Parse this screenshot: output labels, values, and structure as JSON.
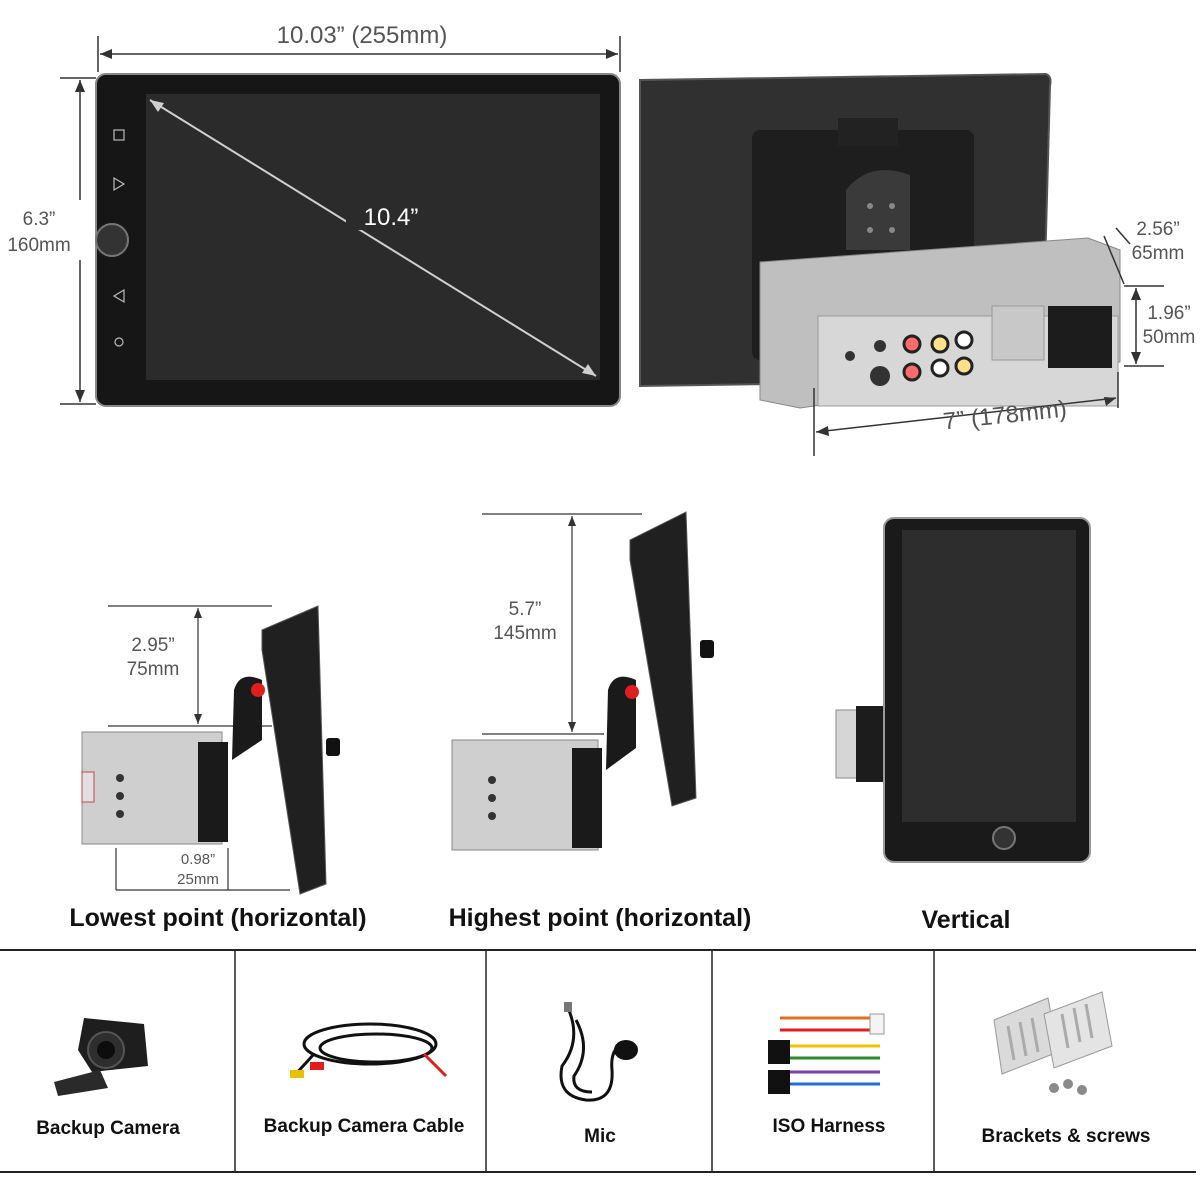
{
  "top": {
    "width_label": "10.03” (255mm)",
    "height_label_in": "6.3”",
    "height_label_mm": "160mm",
    "diagonal_label": "10.4”",
    "depth_label_in": "2.56”",
    "depth_label_mm": "65mm",
    "chassis_h_in": "1.96”",
    "chassis_h_mm": "50mm",
    "chassis_w_label": "7” (178mm)"
  },
  "positions": [
    {
      "caption": "Lowest point (horizontal)",
      "dim_in": "2.95”",
      "dim_mm": "75mm",
      "offset_in": "0.98”",
      "offset_mm": "25mm"
    },
    {
      "caption": "Highest point (horizontal)",
      "dim_in": "5.7”",
      "dim_mm": "145mm"
    },
    {
      "caption": "Vertical"
    }
  ],
  "accessories": [
    {
      "label": "Backup Camera",
      "icon": "camera-icon"
    },
    {
      "label": "Backup Camera Cable",
      "icon": "cable-icon"
    },
    {
      "label": "Mic",
      "icon": "mic-icon"
    },
    {
      "label": "ISO Harness",
      "icon": "harness-icon"
    },
    {
      "label": "Brackets & screws",
      "icon": "brackets-icon"
    }
  ],
  "colors": {
    "screen": "#2b2b2b",
    "bezel": "#111111",
    "chassis": "#c9c9c9",
    "accent_red": "#e01e1e"
  }
}
